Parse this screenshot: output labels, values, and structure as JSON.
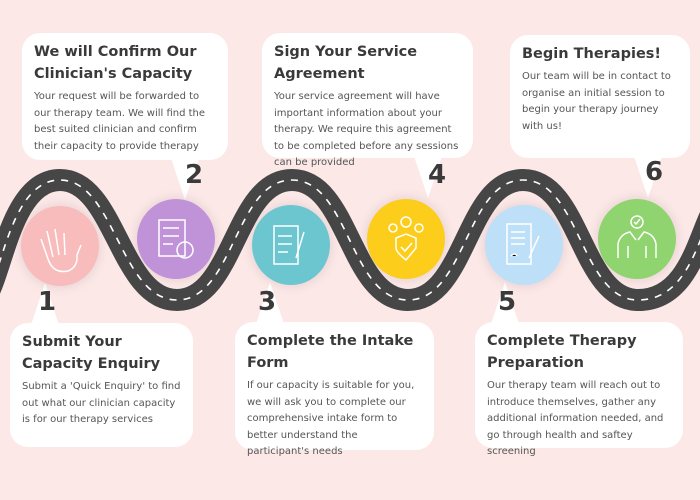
{
  "steps": [
    {
      "number": "1",
      "title": "Submit Your Capacity Enquiry",
      "text": "Submit a 'Quick Enquiry' to find out what our clinician capacity is for our therapy services",
      "color": "#f8bcbc",
      "icon": "waving-hand-icon"
    },
    {
      "number": "2",
      "title": "We will Confirm Our Clinician's Capacity",
      "text": "Your request will be forwarded to our therapy team. We will find the best suited clinician and confirm their capacity to provide therapy",
      "color": "#c093d8",
      "icon": "checklist-clock-icon"
    },
    {
      "number": "3",
      "title": "Complete the Intake Form",
      "text": "If our capacity is suitable for you, we will ask you to complete our comprehensive intake form to better understand the participant's needs",
      "color": "#6cc6d0",
      "icon": "clipboard-pencil-icon"
    },
    {
      "number": "4",
      "title": "Sign Your Service Agreement",
      "text": "Your service agreement will have important information about your therapy. We require this agreement to be completed before any sessions can be provided",
      "color": "#fdcd1c",
      "icon": "team-shield-icon"
    },
    {
      "number": "5",
      "title": "Complete Therapy Preparation",
      "text": "Our therapy team will reach out to introduce themselves, gather any additional information needed, and go through health and saftey screening",
      "color": "#bde0f8",
      "icon": "document-signature-icon"
    },
    {
      "number": "6",
      "title": "Begin Therapies!",
      "text": "Our team will be in contact to organise an initial session to begin your therapy journey with us!",
      "color": "#8fd46e",
      "icon": "high-five-icon"
    }
  ]
}
